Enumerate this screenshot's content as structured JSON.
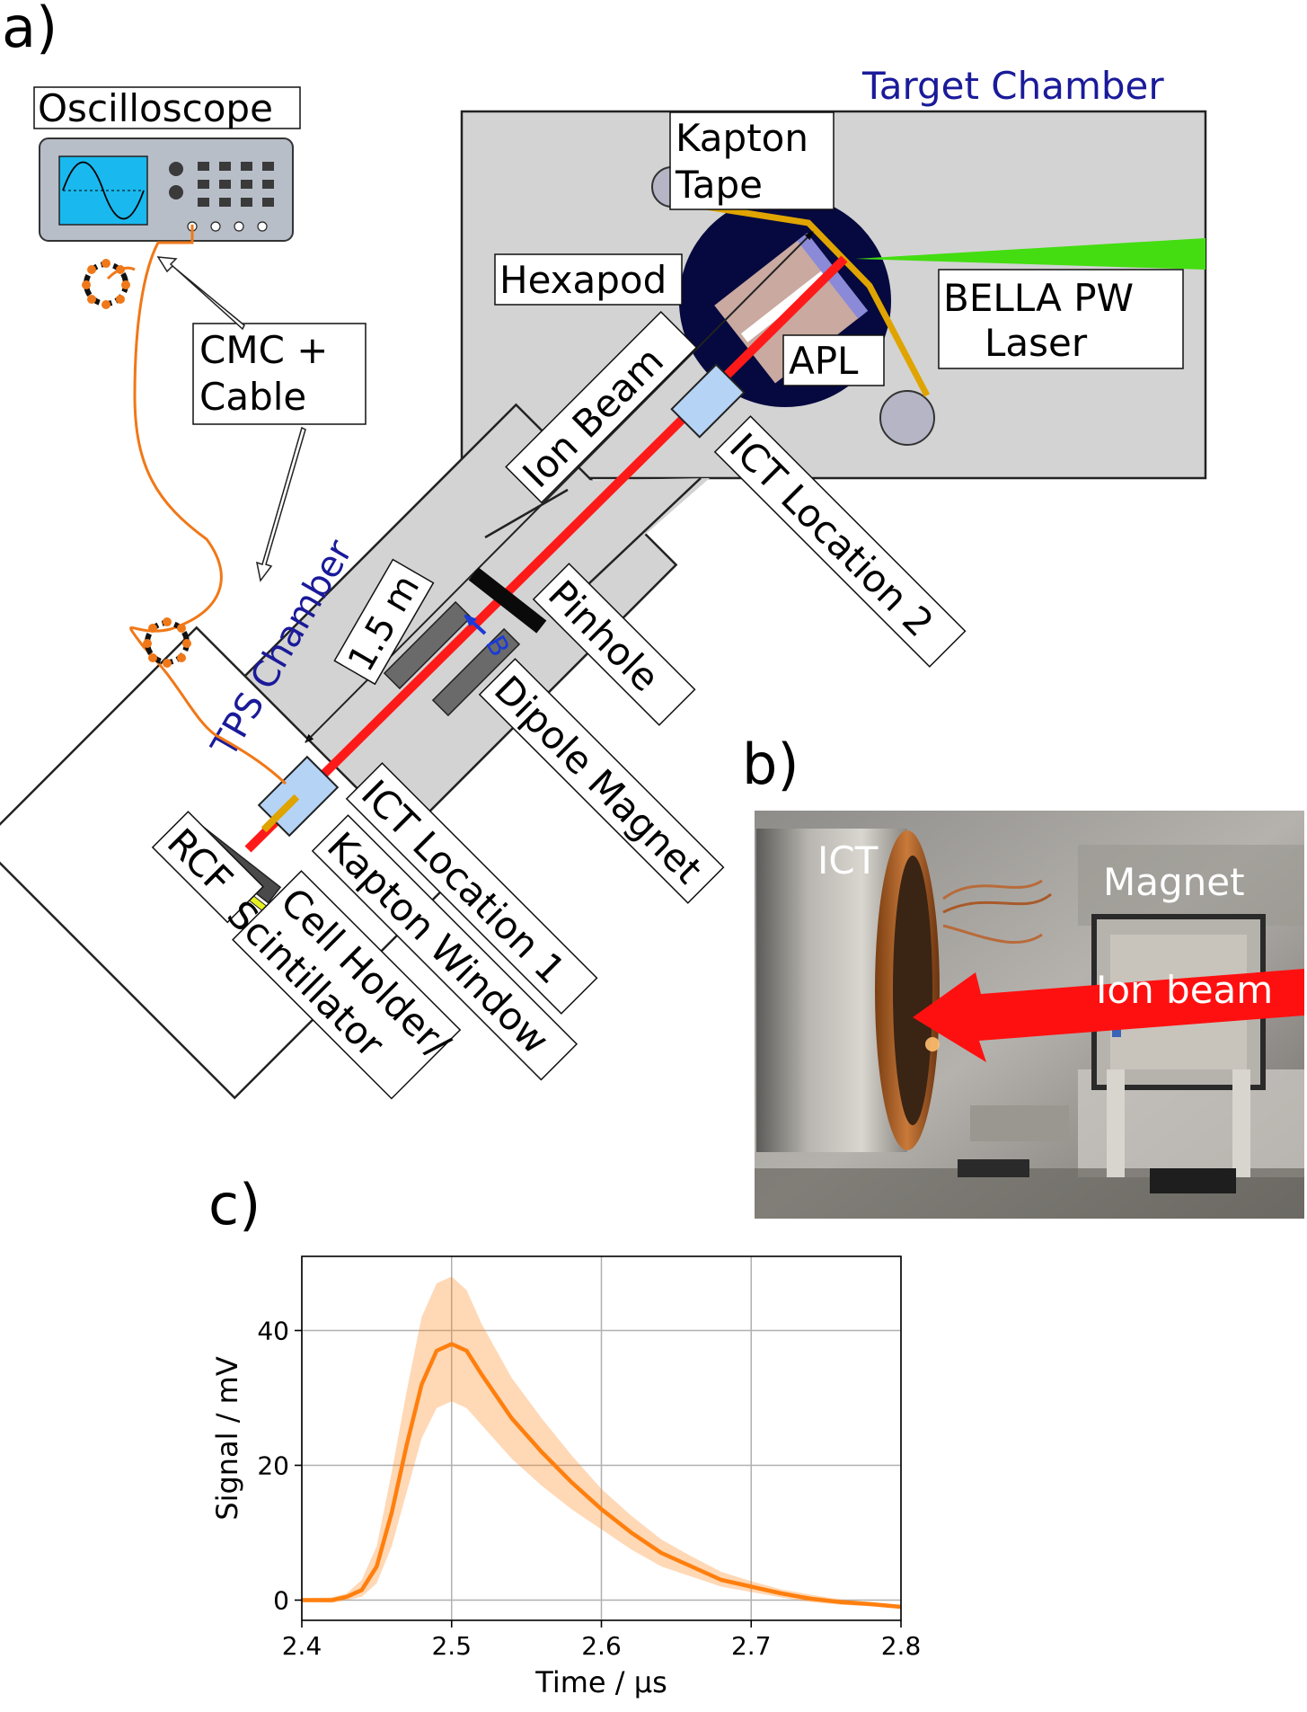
{
  "panels": {
    "a": "a)",
    "b": "b)",
    "c": "c)"
  },
  "diagram": {
    "target_chamber": "Target Chamber",
    "oscilloscope": "Oscilloscope",
    "kapton_tape_1": "Kapton",
    "kapton_tape_2": "Tape",
    "hexapod": "Hexapod",
    "apl": "APL",
    "laser_1": "BELLA PW",
    "laser_2": "Laser",
    "cmc_1": "CMC +",
    "cmc_2": "Cable",
    "ion_beam": "Ion Beam",
    "ict_loc2": "ICT Location 2",
    "tps_chamber": "TPS Chamber",
    "distance": "1.5 m",
    "b_field": "B",
    "pinhole": "Pinhole",
    "dipole_magnet": "Dipole Magnet",
    "ict_loc1": "ICT Location 1",
    "kapton_window": "Kapton Window",
    "rcf": "RCF",
    "cell_holder_1": "Cell Holder/",
    "cell_holder_2": "Scintillator"
  },
  "photo": {
    "ict": "ICT",
    "magnet": "Magnet",
    "ion_beam": "Ion beam"
  },
  "colors": {
    "beam": "#ff1a1a",
    "cable": "#f07818",
    "signal": "#ff7f0e",
    "label_blue": "#1a1a9a",
    "laser": "#44dd11",
    "chamber": "#d3d3d3"
  },
  "chart_data": {
    "type": "line",
    "xlabel": "Time / μs",
    "ylabel": "Signal / mV",
    "xlim": [
      2.4,
      2.8
    ],
    "ylim": [
      -3,
      51
    ],
    "xticks": [
      "2.4",
      "2.5",
      "2.6",
      "2.7",
      "2.8"
    ],
    "yticks": [
      "0",
      "20",
      "40"
    ],
    "grid": true,
    "x": [
      2.4,
      2.42,
      2.43,
      2.44,
      2.45,
      2.46,
      2.47,
      2.48,
      2.49,
      2.5,
      2.51,
      2.52,
      2.54,
      2.56,
      2.58,
      2.6,
      2.62,
      2.64,
      2.66,
      2.68,
      2.7,
      2.72,
      2.74,
      2.76,
      2.78,
      2.8
    ],
    "mean": [
      0,
      0,
      0.5,
      1.5,
      5,
      13,
      23,
      32,
      37,
      38,
      37,
      33.5,
      27,
      22,
      17.5,
      13.5,
      10,
      7,
      5,
      3,
      2,
      1,
      0.2,
      -0.3,
      -0.6,
      -1
    ],
    "upper": [
      0.3,
      0.4,
      1,
      3,
      8,
      19,
      31,
      42,
      47,
      48,
      46,
      41,
      33,
      27,
      21.5,
      16.5,
      12.5,
      9,
      6.5,
      4.2,
      2.8,
      1.6,
      0.8,
      0.1,
      -0.3,
      -0.7
    ],
    "lower": [
      -0.3,
      -0.4,
      0,
      0.5,
      2.5,
      8,
      16,
      24,
      28.5,
      29.5,
      28.5,
      26,
      21,
      17,
      13.5,
      10.5,
      7.5,
      5,
      3.5,
      2,
      1.2,
      0.4,
      -0.3,
      -0.7,
      -0.9,
      -1.3
    ]
  }
}
